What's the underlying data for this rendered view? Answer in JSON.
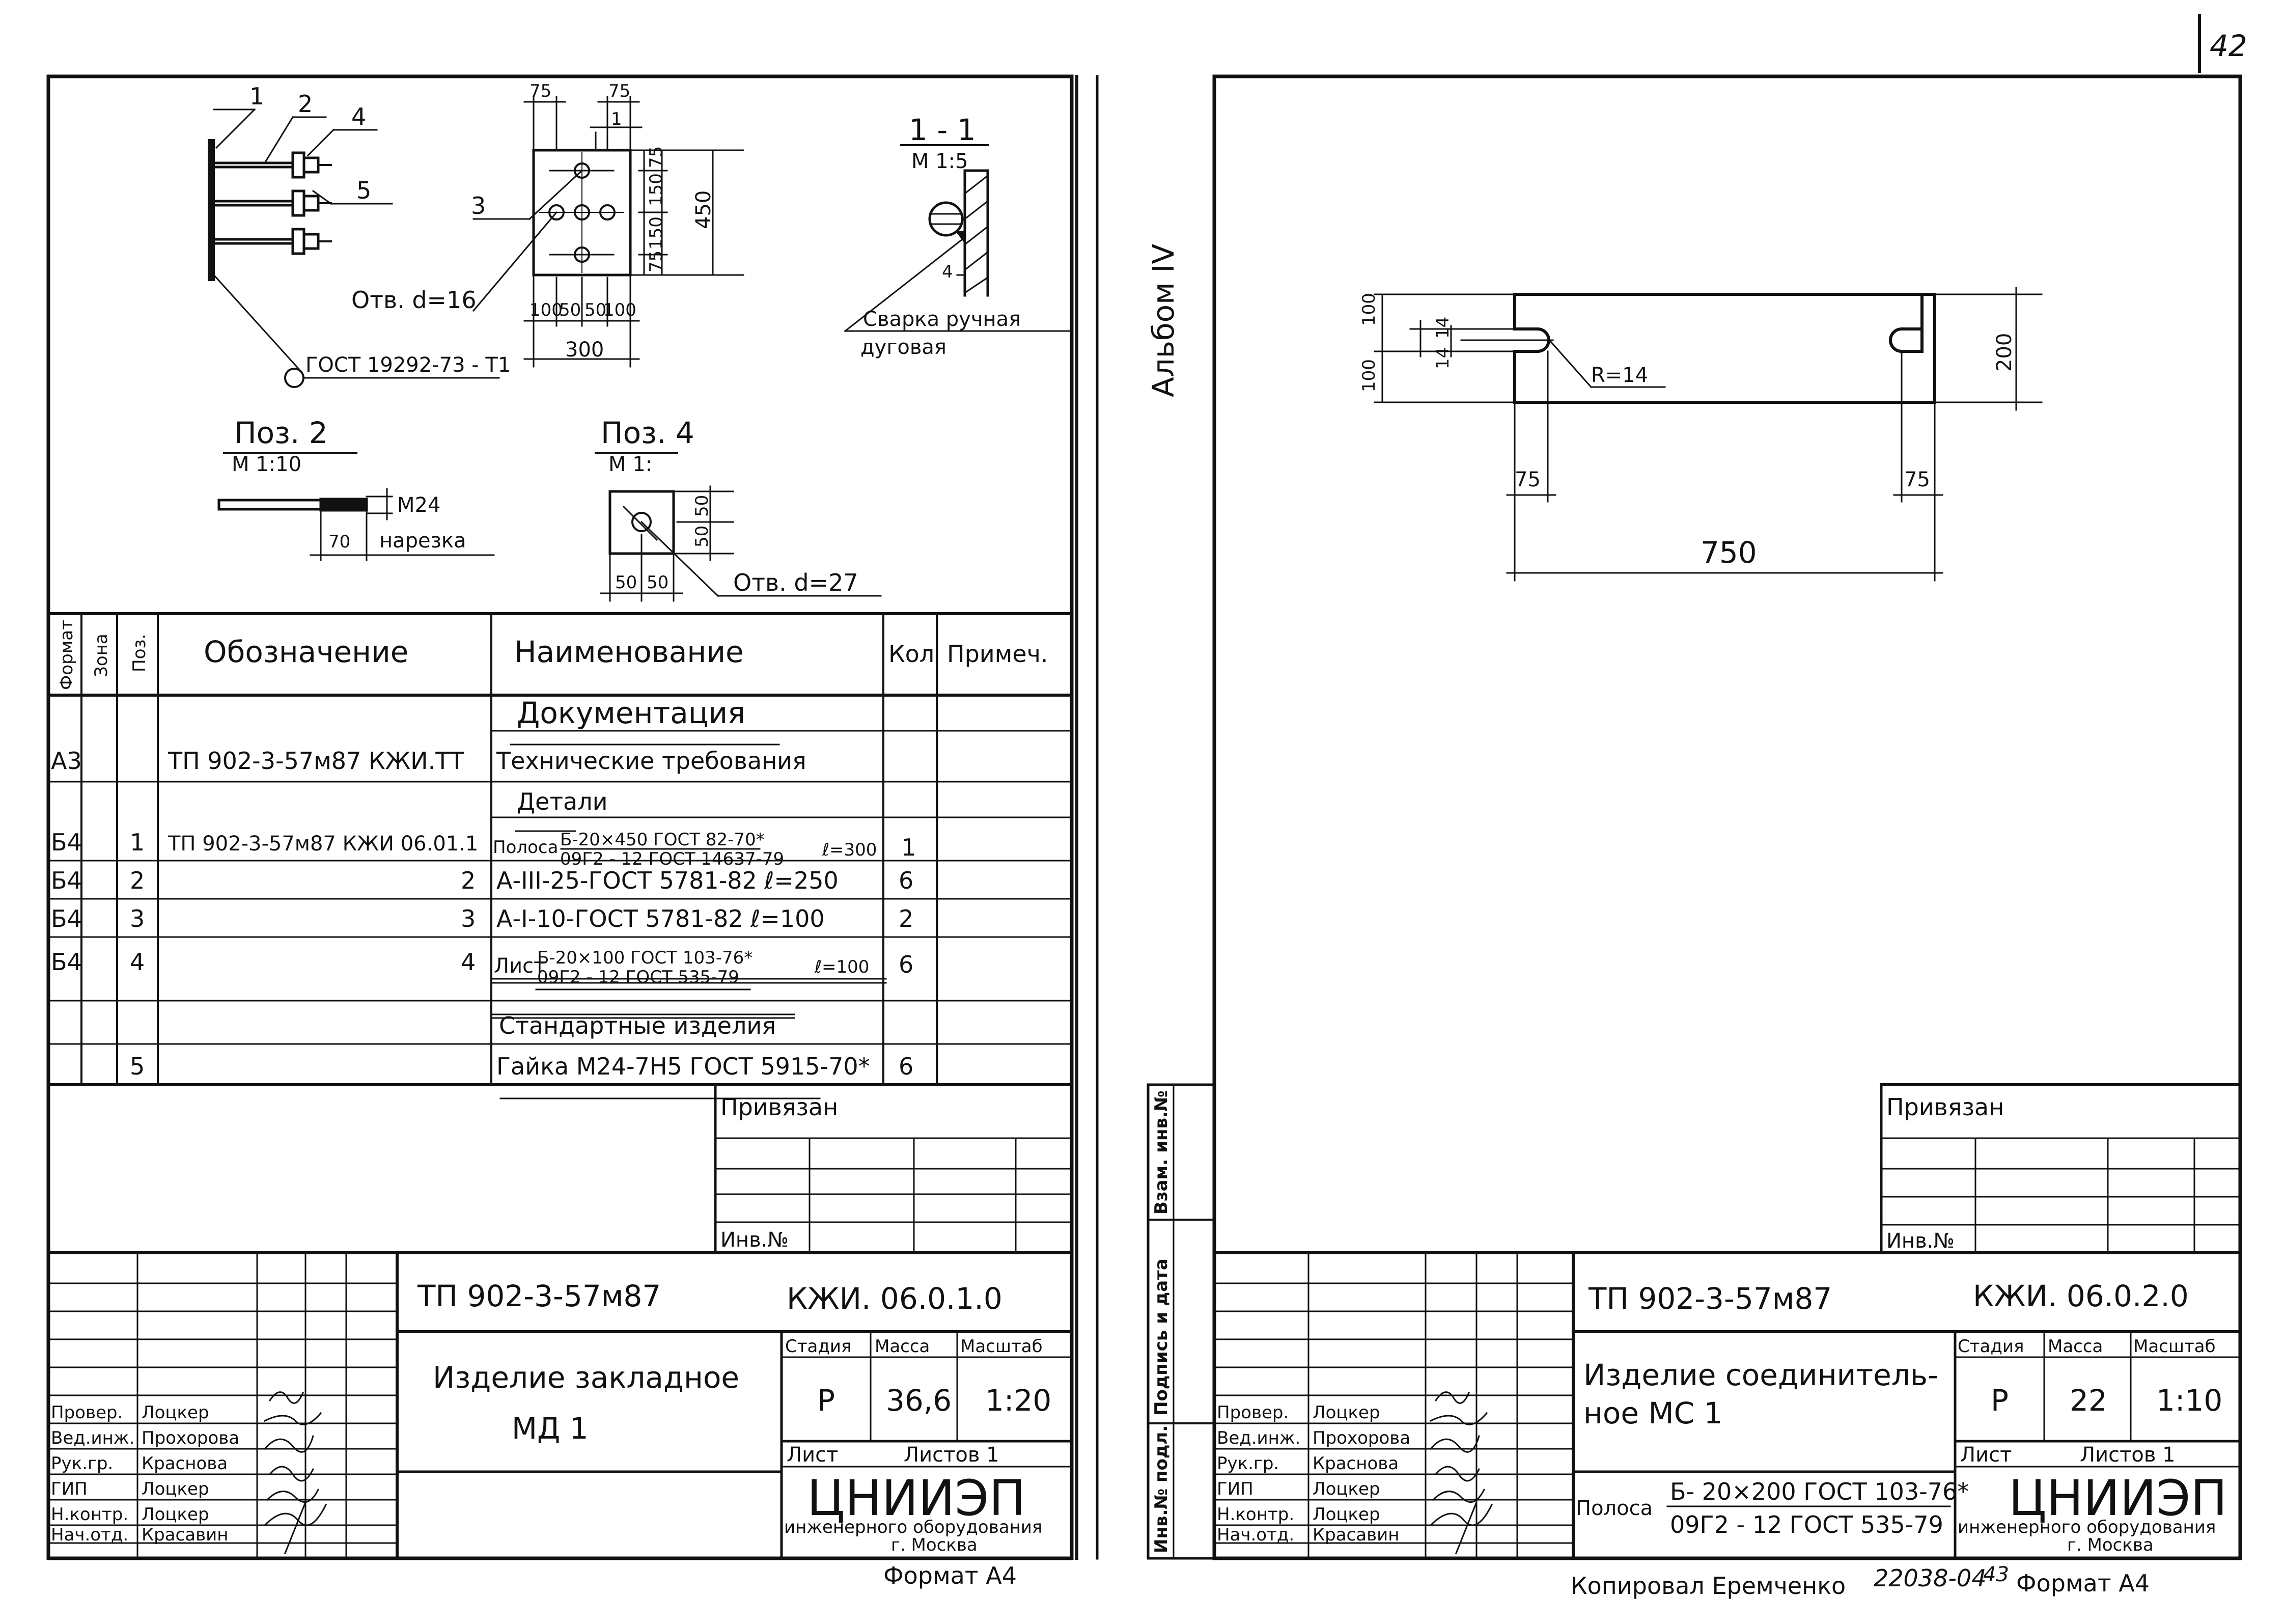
{
  "page_number": "42",
  "album": "Альбом IV",
  "copied_by": "Копировал Еремченко",
  "order_code": "22038-04",
  "order_sheet": "43",
  "left_sheet": {
    "drawing": {
      "pos_callouts": [
        "1",
        "2",
        "4",
        "5",
        "3"
      ],
      "dim_75a": "75",
      "dim_75b": "75",
      "dim_1": "1",
      "dim_75v": "75",
      "dim_150a": "150",
      "dim_150b": "150",
      "dim_75v2": "75",
      "dim_450": "450",
      "dims_bottom": [
        "100",
        "50",
        "50",
        "100"
      ],
      "dim_300": "300",
      "hole": "Отв. d=16",
      "gost": "ГОСТ 19292-73 - Т1",
      "section_title": "1 - 1",
      "section_scale": "М 1:5",
      "weld_4": "4",
      "weld_label_1": "Сварка ручная",
      "weld_label_2": "дуговая",
      "pos2_title": "Поз. 2",
      "pos2_scale": "М 1:10",
      "pos2_thread": "М24",
      "pos2_70": "70",
      "pos2_cut": "нарезка",
      "pos4_title": "Поз. 4",
      "pos4_scale": "М 1:",
      "pos4_50a": "50",
      "pos4_50b": "50",
      "pos4_50c": "50",
      "pos4_50d": "50",
      "pos4_hole": "Отв. d=27"
    },
    "spec": {
      "headers": [
        "Формат",
        "Зона",
        "Поз.",
        "Обозначение",
        "Наименование",
        "Кол",
        "Примеч."
      ],
      "sec_doc": "Документация",
      "sec_det": "Детали",
      "sec_std": "Стандартные изделия",
      "r1": {
        "fmt": "А3",
        "des": "ТП 902-3-57м87   КЖИ.ТТ",
        "name": "Технические требования"
      },
      "r2": {
        "fmt": "Б4",
        "pos": "1",
        "des": "ТП 902-3-57м87 КЖИ 06.01.1",
        "pre": "Полоса",
        "num": "Б-20×450  ГОСТ 82-70*",
        "den": "09Г2 - 12  ГОСТ 14637-79",
        "post": "ℓ=300",
        "qty": "1"
      },
      "r3": {
        "fmt": "Б4",
        "pos": "2",
        "des": "2",
        "name": "А-III-25-ГОСТ 5781-82  ℓ=250",
        "qty": "6"
      },
      "r4": {
        "fmt": "Б4",
        "pos": "3",
        "des": "3",
        "name": "А-I-10-ГОСТ 5781-82  ℓ=100",
        "qty": "2"
      },
      "r5": {
        "fmt": "Б4",
        "pos": "4",
        "des": "4",
        "pre": "Лист",
        "num": "Б-20×100  ГОСТ 103-76*",
        "den": "09Г2 - 12  ГОСТ 535-79",
        "post": "ℓ=100",
        "qty": "6"
      },
      "r6": {
        "pos": "5",
        "name": "Гайка М24-7Н5 ГОСТ 5915-70*",
        "qty": "6"
      }
    },
    "tied": "Привязан",
    "inv": "Инв.№",
    "code": "ТП 902-3-57м87",
    "doc_code": "КЖИ. 06.0.1.0",
    "title_line1": "Изделие закладное",
    "title_line2": "МД 1",
    "stage_h": "Стадия",
    "mass_h": "Масса",
    "scale_h": "Масштаб",
    "stage": "Р",
    "mass": "36,6",
    "scale": "1:20",
    "sheet_h": "Лист",
    "sheets_h": "Листов 1",
    "org": "ЦНИИЭП",
    "org_sub1": "инженерного оборудования",
    "org_sub2": "г. Москва",
    "roles": [
      "Провер.",
      "Вед.инж.",
      "Рук.гр.",
      "ГИП",
      "Н.контр.",
      "Нач.отд."
    ],
    "names": [
      "Лоцкер",
      "Прохорова",
      "Краснова",
      "Лоцкер",
      "Лоцкер",
      "Красавин"
    ],
    "format": "Формат А4"
  },
  "side_labels": {
    "l1": "Взам. инв.№",
    "l2": "Подпись и дата",
    "l3": "Инв.№ подл."
  },
  "right_sheet": {
    "drawing": {
      "dim_100a": "100",
      "dim_100b": "100",
      "dim_14a": "14",
      "dim_14b": "14",
      "radius": "R=14",
      "dim_200": "200",
      "dim_75a": "75",
      "dim_75b": "75",
      "dim_750": "750"
    },
    "tied": "Привязан",
    "inv": "Инв.№",
    "code": "ТП 902-3-57м87",
    "doc_code": "КЖИ. 06.0.2.0",
    "title_line1": "Изделие соединитель-",
    "title_line2": "ное    МС 1",
    "strip_pre": "Полоса",
    "strip_num": "Б- 20×200 ГОСТ 103-76*",
    "strip_den": "09Г2 - 12  ГОСТ 535-79",
    "stage_h": "Стадия",
    "mass_h": "Масса",
    "scale_h": "Масштаб",
    "stage": "Р",
    "mass": "22",
    "scale": "1:10",
    "sheet_h": "Лист",
    "sheets_h": "Листов 1",
    "org": "ЦНИИЭП",
    "org_sub1": "инженерного оборудования",
    "org_sub2": "г. Москва",
    "roles": [
      "Провер.",
      "Вед.инж.",
      "Рук.гр.",
      "ГИП",
      "Н.контр.",
      "Нач.отд."
    ],
    "names": [
      "Лоцкер",
      "Прохорова",
      "Краснова",
      "Лоцкер",
      "Лоцкер",
      "Красавин"
    ],
    "format": "Формат А4"
  }
}
